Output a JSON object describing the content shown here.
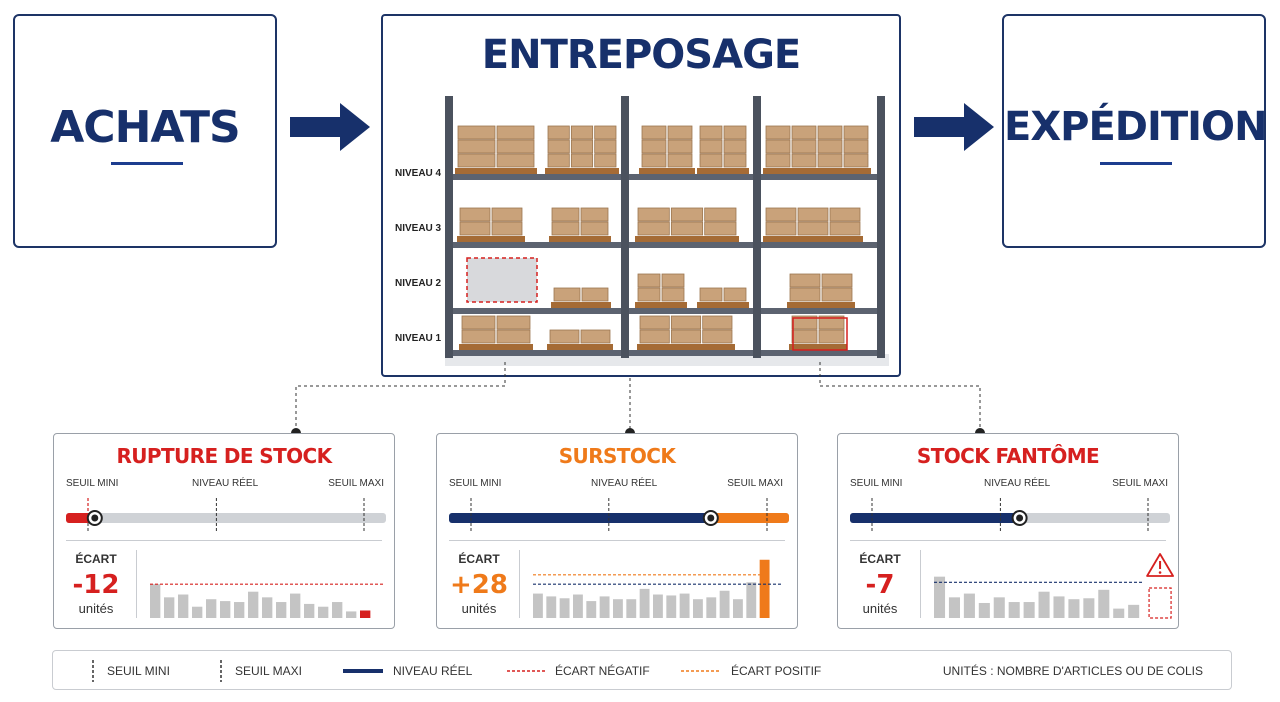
{
  "flow": {
    "achats": "ACHATS",
    "entreposage": "ENTREPOSAGE",
    "expedition": "EXPÉDITION"
  },
  "rack_levels": [
    "NIVEAU 4",
    "NIVEAU 3",
    "NIVEAU 2",
    "NIVEAU 1"
  ],
  "colors": {
    "navy": "#17306b",
    "red": "#d6201f",
    "orange": "#ef7a1a",
    "bar_gray": "#c4c4c4",
    "track_gray": "#cfd2d6"
  },
  "panels": [
    {
      "title": "RUPTURE DE STOCK",
      "color": "#d6201f",
      "seuil_mini": "SEUIL MINI",
      "niveau_reel": "NIVEAU RÉEL",
      "seuil_maxi": "SEUIL MAXI",
      "ecart_label": "ÉCART",
      "ecart_value": "-12",
      "unit": "unités",
      "level_fraction": 0.09,
      "bars": [
        36,
        22,
        25,
        12,
        20,
        18,
        17,
        28,
        22,
        17,
        26,
        15,
        12,
        17,
        7,
        8
      ],
      "highlight_last": true
    },
    {
      "title": "SURSTOCK",
      "color": "#ef7a1a",
      "seuil_mini": "SEUIL MINI",
      "niveau_reel": "NIVEAU RÉEL",
      "seuil_maxi": "SEUIL MAXI",
      "ecart_label": "ÉCART",
      "ecart_value": "+28",
      "unit": "unités",
      "level_fraction": 0.77,
      "bars": [
        26,
        23,
        21,
        25,
        18,
        23,
        20,
        20,
        31,
        25,
        24,
        26,
        20,
        22,
        29,
        20,
        38,
        62
      ],
      "highlight_last": true
    },
    {
      "title": "STOCK FANTÔME",
      "color": "#d6201f",
      "seuil_mini": "SEUIL MINI",
      "niveau_reel": "NIVEAU RÉEL",
      "seuil_maxi": "SEUIL MAXI",
      "ecart_label": "ÉCART",
      "ecart_value": "-7",
      "unit": "unités",
      "level_fraction": 0.53,
      "bars": [
        44,
        22,
        26,
        16,
        22,
        17,
        17,
        28,
        23,
        20,
        21,
        30,
        10,
        14,
        6
      ],
      "highlight_last": false
    }
  ],
  "legend": {
    "seuil_mini": "SEUIL MINI",
    "seuil_maxi": "SEUIL MAXI",
    "niveau_reel": "NIVEAU RÉEL",
    "ecart_negatif": "ÉCART NÉGATIF",
    "ecart_positif": "ÉCART POSITIF",
    "units_note": "UNITÉS : NOMBRE D'ARTICLES OU DE COLIS"
  }
}
